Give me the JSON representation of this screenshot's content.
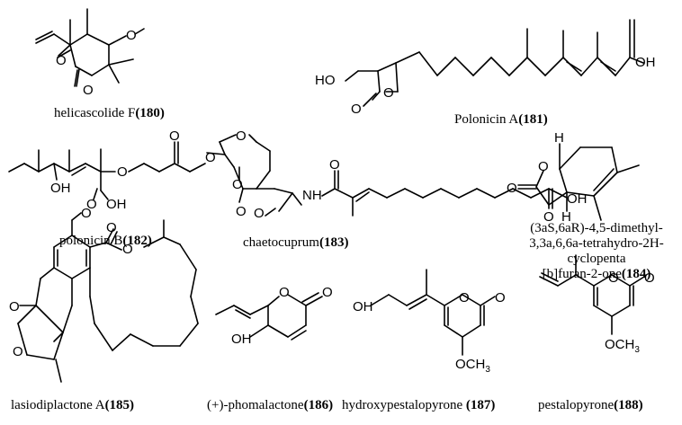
{
  "compounds": [
    {
      "id": "180",
      "name": "helicascolide F",
      "num": "(180)"
    },
    {
      "id": "181",
      "name": "Polonicin A",
      "num": "(181)"
    },
    {
      "id": "182",
      "name": "polonicin B",
      "num": "(182)"
    },
    {
      "id": "183",
      "name": "chaetocuprum",
      "num": "(183)"
    },
    {
      "id": "184",
      "name_lines": [
        "(3aS,6aR)-4,5-dimethyl-",
        "3,3a,6,6a-tetrahydro-2H-",
        "cyclopenta",
        "[b]furan-2-one"
      ],
      "num": "(184)"
    },
    {
      "id": "185",
      "name": "lasiodiplactone A",
      "num": "(185)"
    },
    {
      "id": "186",
      "name": "(+)-phomalactone",
      "num": "(186)"
    },
    {
      "id": "187",
      "name": "hydroxypestalopyrone ",
      "num": "(187)"
    },
    {
      "id": "188",
      "name": "pestalopyrone",
      "num": "(188)"
    }
  ],
  "atoms": {
    "O": "O",
    "OH": "OH",
    "HO": "HO",
    "H": "H",
    "NH": "NH",
    "OCH": "OCH",
    "sub3": "3"
  }
}
